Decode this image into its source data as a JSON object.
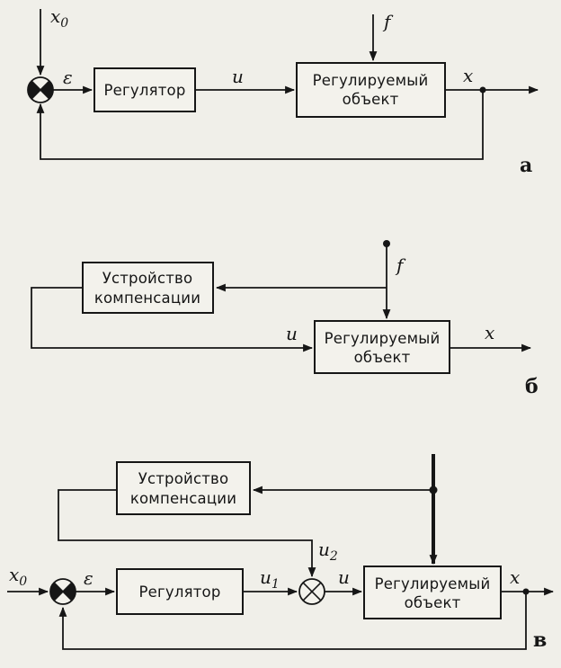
{
  "page": {
    "background": "#f0efe9",
    "ink": "#161616",
    "paper": "#f3f2ec"
  },
  "diagram_a": {
    "caption": "а",
    "block_regulator": "Регулятор",
    "block_object_line1": "Регулируемый",
    "block_object_line2": "объект",
    "label_x0_base": "x",
    "label_x0_sub": "0",
    "label_epsilon": "ε",
    "label_u": "u",
    "label_f": "f",
    "label_x": "x"
  },
  "diagram_b": {
    "caption": "б",
    "block_comp_line1": "Устройство",
    "block_comp_line2": "компенсации",
    "block_object_line1": "Регулируемый",
    "block_object_line2": "объект",
    "label_f": "f",
    "label_u": "u",
    "label_x": "x"
  },
  "diagram_v": {
    "caption": "в",
    "block_comp_line1": "Устройство",
    "block_comp_line2": "компенсации",
    "block_regulator": "Регулятор",
    "block_object_line1": "Регулируемый",
    "block_object_line2": "объект",
    "label_x0_base": "x",
    "label_x0_sub": "0",
    "label_epsilon": "ε",
    "label_u1_base": "u",
    "label_u1_sub": "1",
    "label_u2_base": "u",
    "label_u2_sub": "2",
    "label_u": "u",
    "label_x": "x"
  }
}
